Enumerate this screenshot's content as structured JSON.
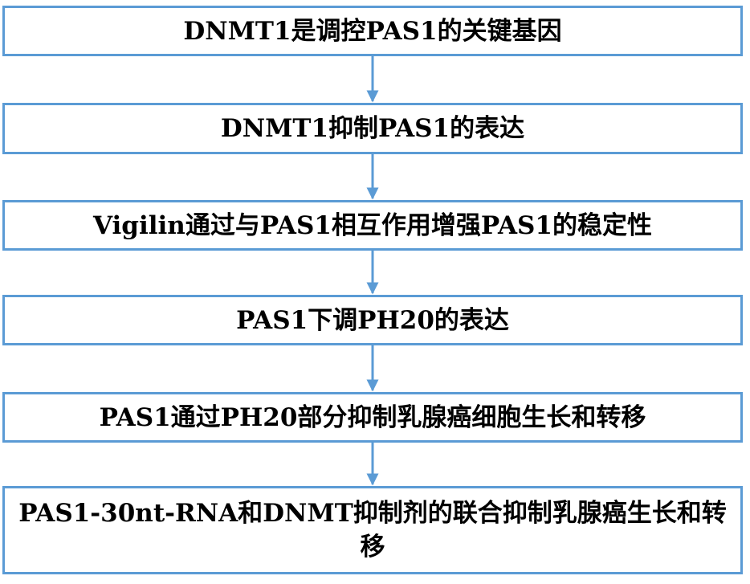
{
  "steps": [
    {
      "text": "DNMT1是调控PAS1的关键基因"
    },
    {
      "text": "DNMT1抑制PAS1的表达"
    },
    {
      "text": "Vigilin通过与PAS1相互作用增强PAS1的稳定性"
    },
    {
      "text": "PAS1下调PH20的表达"
    },
    {
      "text": "PAS1通过PH20部分抑制乳腺癌细胞生长和转移"
    },
    {
      "text": "PAS1-30nt-RNA和DNMT抑制剂的联合抑制乳腺癌生长和转移"
    }
  ],
  "colors": {
    "border": "#5b9bd5",
    "arrow": "#5b9bd5",
    "text": "#000000"
  }
}
